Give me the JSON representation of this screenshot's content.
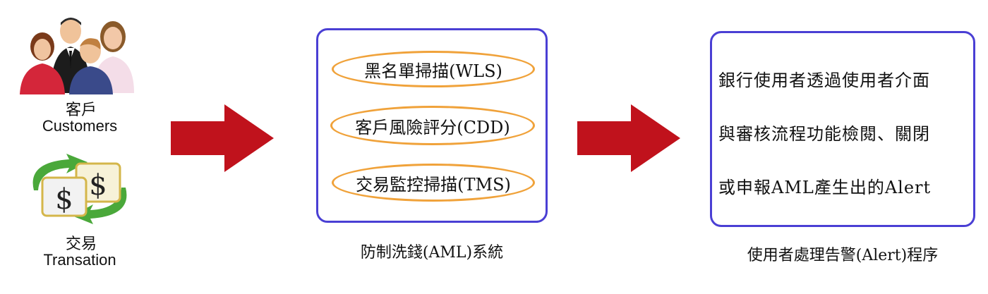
{
  "inputs": {
    "customers": {
      "label_zh": "客戶",
      "label_en": "Customers",
      "icon": "people-group-icon"
    },
    "transaction": {
      "label_zh": "交易",
      "label_en": "Transation",
      "icon": "dollar-exchange-icon"
    }
  },
  "aml_system": {
    "items": [
      "黑名單掃描(WLS)",
      "客戶風險評分(CDD)",
      "交易監控掃描(TMS)"
    ],
    "caption": "防制洗錢(AML)系統"
  },
  "alert_process": {
    "lines": [
      "銀行使用者透過使用者介面",
      "與審核流程功能檢閱、關閉",
      "或申報AML產生出的Alert"
    ],
    "caption": "使用者處理告警(Alert)程序"
  },
  "colors": {
    "arrow": "#c0121c",
    "box_border": "#4a3fd4",
    "pill_border": "#f0a23a"
  }
}
